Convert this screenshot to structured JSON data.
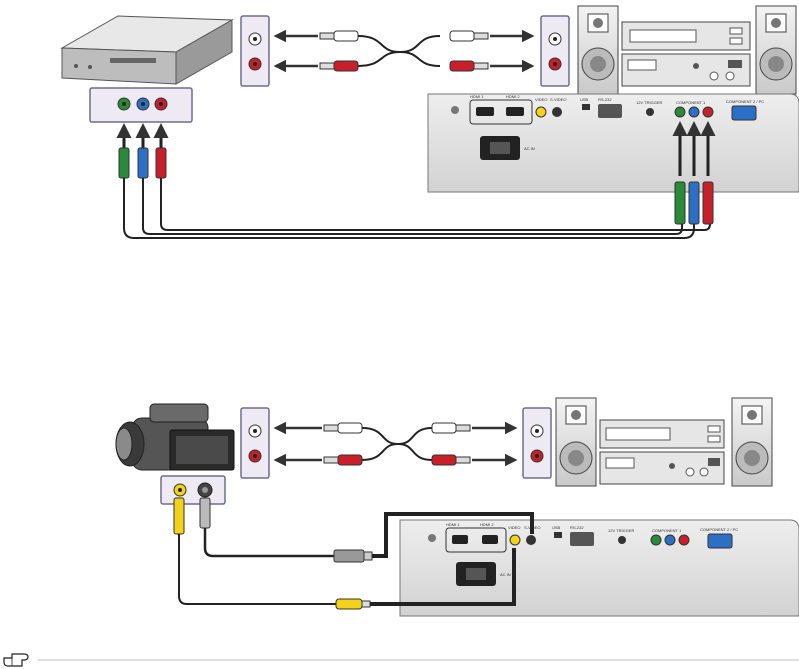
{
  "diagram": {
    "top": {
      "projector_panel": {
        "ports": [
          "HDMI 1",
          "HDMI 2",
          "VIDEO",
          "S-VIDEO",
          "USB",
          "RS-232",
          "12V TRIGGER",
          "COMPONENT 1",
          "COMPONENT 2 / PC"
        ],
        "ac_label": "AC IN"
      },
      "component_colors": [
        "#2a8a3a",
        "#2c6fc4",
        "#c8202a"
      ]
    },
    "bottom": {
      "projector_panel": {
        "ports": [
          "HDMI 1",
          "HDMI 2",
          "VIDEO",
          "S-VIDEO",
          "USB",
          "RS-232",
          "12V TRIGGER",
          "COMPONENT 1",
          "COMPONENT 2 / PC"
        ],
        "ac_label": "AC IN"
      },
      "video_plug_color": "#f2d21a"
    },
    "audio_plug_colors": {
      "left": "#ffffff",
      "right": "#c8202a"
    }
  },
  "footer": {
    "note_icon": "hand-pointing-icon"
  }
}
